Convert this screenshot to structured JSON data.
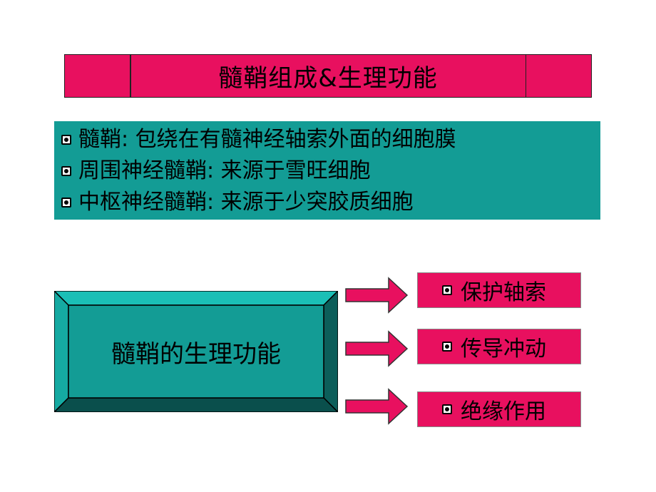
{
  "title": "髓鞘组成&生理功能",
  "definitions": [
    "髓鞘: 包绕在有髓神经轴索外面的细胞膜",
    "周围神经髓鞘: 来源于雪旺细胞",
    "中枢神经髓鞘: 来源于少突胶质细胞"
  ],
  "function_box": {
    "label": "髓鞘的生理功能"
  },
  "functions": [
    "保护轴索",
    "传导冲动",
    "绝缘作用"
  ],
  "colors": {
    "magenta": "#e8105f",
    "teal": "#139c95"
  },
  "icons": {
    "bullet": "square-bullet-icon",
    "arrow": "right-arrow-icon"
  }
}
